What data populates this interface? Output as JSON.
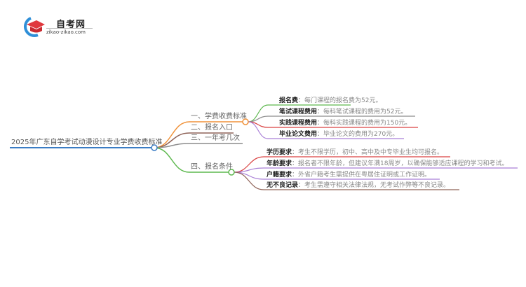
{
  "logo": {
    "title": "自考网",
    "url": "zikao-zikao.com",
    "icon": "graduation-cap-icon"
  },
  "mindmap": {
    "root": "2025年广东自学考试动漫设计专业学费收费标准",
    "branches": [
      {
        "label": "一、学费收费标准",
        "color": "#f0923a",
        "children": [
          {
            "key": "报名费",
            "sep": "：",
            "value": "每门课程的报名费为52元。",
            "color": "#5db84e"
          },
          {
            "key": "笔试课程费用",
            "sep": "：",
            "value": "每科笔试课程的费用为52元。",
            "color": "#8c8c8c"
          },
          {
            "key": "实践课程费用",
            "sep": "：",
            "value": "每科实践课程的费用为150元。",
            "color": "#d94242"
          },
          {
            "key": "毕业论文费用",
            "sep": "：",
            "value": "毕业论文的费用为270元。",
            "color": "#a97fd6"
          }
        ]
      },
      {
        "label": "二、报名入口",
        "color": "#8f6358",
        "children": []
      },
      {
        "label": "三、一年考几次",
        "color": "#8c8c8c",
        "children": []
      },
      {
        "label": "四、报名条件",
        "color": "#5db84e",
        "children": [
          {
            "key": "学历要求",
            "sep": "：",
            "value": "考生不限学历，初中、高中及中专毕业生均可报名。",
            "color": "#d94242"
          },
          {
            "key": "年龄要求",
            "sep": "：",
            "value": "报名者不限年龄，但建议年满18周岁，以确保能够适应课程的学习和考试。",
            "color": "#a97fd6"
          },
          {
            "key": "户籍要求",
            "sep": "：",
            "value": "外省户籍考生需提供在粤居住证明或工作证明。",
            "color": "#a97fd6"
          },
          {
            "key": "无不良记录",
            "sep": "：",
            "value": "考生需遵守相关法律法规，无考试作弊等不良记录。",
            "color": "#8f6358"
          }
        ]
      }
    ],
    "root_color": "#3a7cc4"
  }
}
